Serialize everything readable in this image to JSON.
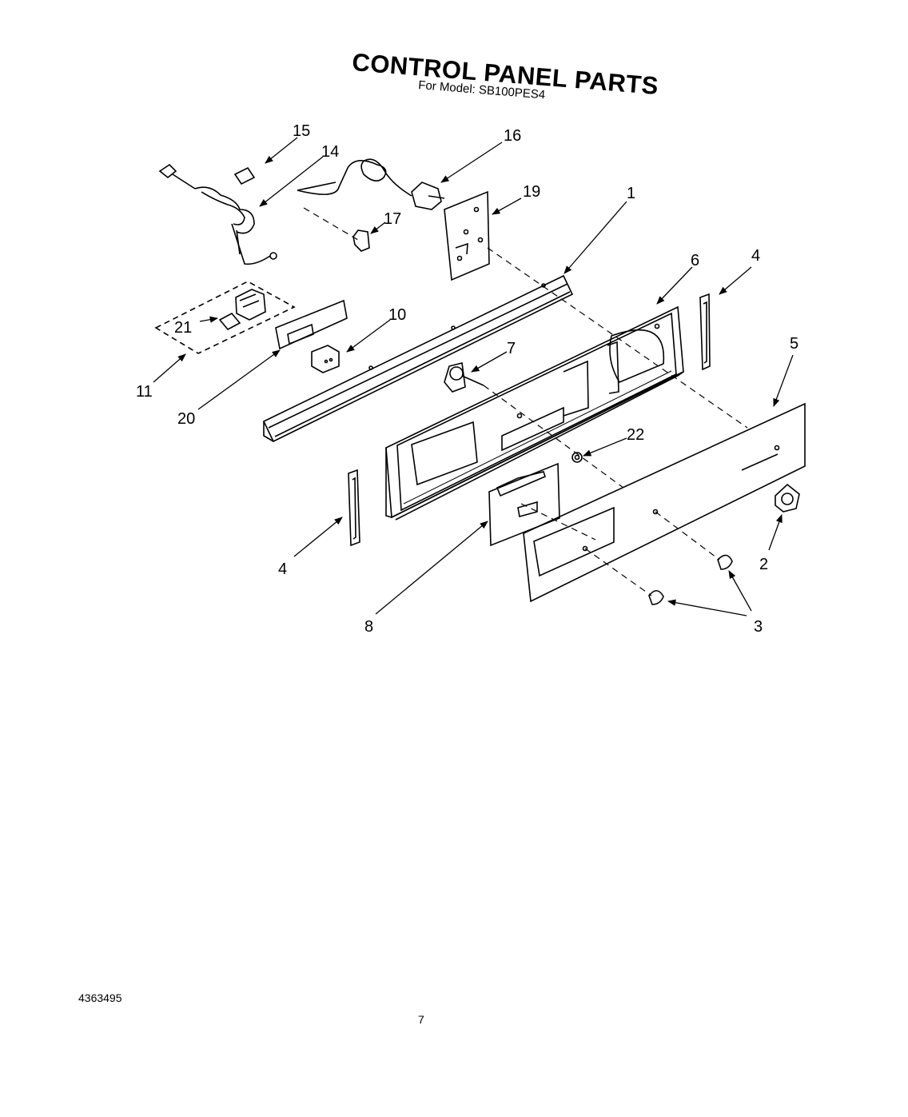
{
  "header": {
    "title": "CONTROL PANEL PARTS",
    "subtitle": "For Model: SB100PES4"
  },
  "callouts": {
    "c1": "1",
    "c2": "2",
    "c3": "3",
    "c4a": "4",
    "c4b": "4",
    "c5": "5",
    "c6": "6",
    "c7": "7",
    "c8": "8",
    "c10": "10",
    "c11": "11",
    "c14": "14",
    "c15": "15",
    "c16": "16",
    "c17": "17",
    "c19": "19",
    "c20": "20",
    "c21": "21",
    "c22": "22"
  },
  "footer": {
    "doc_number": "4363495",
    "page_number": "7"
  }
}
